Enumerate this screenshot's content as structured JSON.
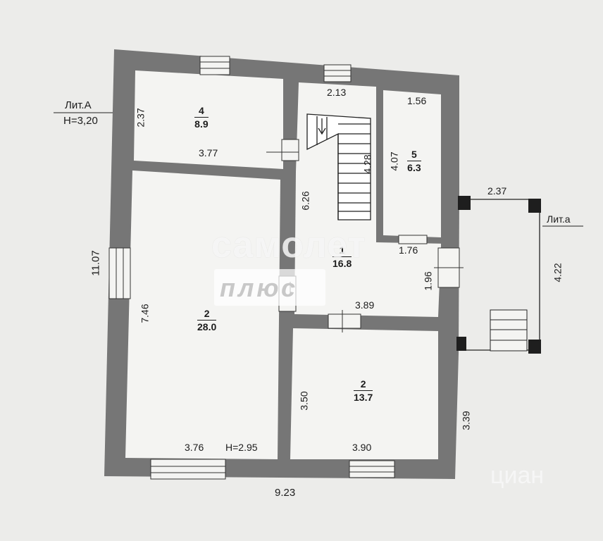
{
  "building": {
    "lit_main": "Лит.А",
    "height_main": "Н=3,20",
    "lit_annex": "Лит.а",
    "floor_height": "Н=2.95"
  },
  "rooms": [
    {
      "number": "4",
      "area": "8.9"
    },
    {
      "number": "5",
      "area": "6.3"
    },
    {
      "number": "1",
      "area": "16.8"
    },
    {
      "number": "2",
      "area": "28.0"
    },
    {
      "number": "2",
      "area": "13.7"
    }
  ],
  "dimensions": {
    "d_2_37_left": "2.37",
    "d_3_77": "3.77",
    "d_2_13": "2.13",
    "d_4_28": "4.28",
    "d_1_56": "1.56",
    "d_4_07": "4.07",
    "d_6_26": "6.26",
    "d_2_37_annex": "2.37",
    "d_4_22": "4.22",
    "d_11_07": "11.07",
    "d_7_46": "7.46",
    "d_1_76": "1.76",
    "d_1_96": "1.96",
    "d_3_89": "3.89",
    "d_3_50": "3.50",
    "d_3_39": "3.39",
    "d_3_76": "3.76",
    "d_3_90": "3.90",
    "d_9_23": "9.23"
  },
  "watermark": {
    "line1": "самолет",
    "line2": "плюс",
    "corner": "циан"
  },
  "colors": {
    "wall": "#767676",
    "paper": "#ececea",
    "ink": "#1c1c1c",
    "pillar": "#1e1e1e"
  }
}
